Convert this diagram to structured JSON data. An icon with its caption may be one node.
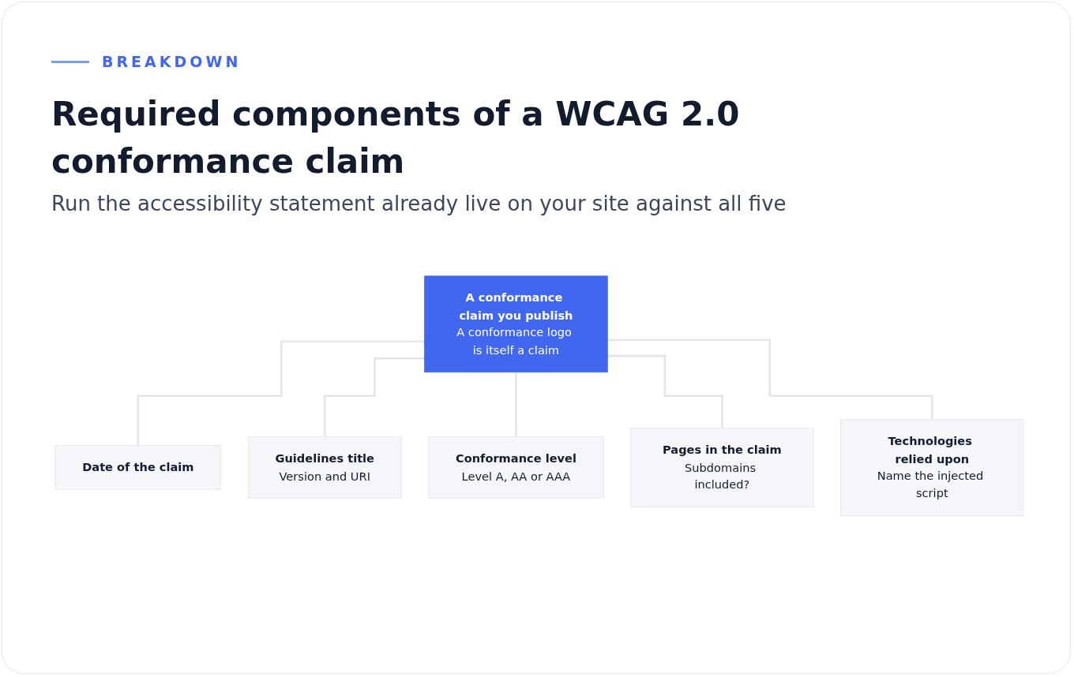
{
  "diagram": {
    "title": "Required components of a WCAG 2.0 conformance claim",
    "nodes": [
      {
        "text": [
          "A conformance claim you publish",
          "A conformance logo is itself a claim"
        ]
      },
      {
        "text": [
          "Date of the claim"
        ]
      },
      {
        "text": [
          "Guidelines title",
          "Version and URI"
        ]
      },
      {
        "text": [
          "Conformance level",
          "Level A, AA or AAA"
        ]
      },
      {
        "text": [
          "Pages in the claim",
          "Subdomains included?"
        ]
      },
      {
        "text": [
          "Technologies relied upon",
          "Name the injected script"
        ]
      }
    ],
    "edges": [
      {
        "from": 0,
        "to": 1,
        "arrow": "none"
      },
      {
        "from": 0,
        "to": 2,
        "arrow": "none"
      },
      {
        "from": 0,
        "to": 3,
        "arrow": "none"
      },
      {
        "from": 0,
        "to": 4,
        "arrow": "none"
      },
      {
        "from": 0,
        "to": 5,
        "arrow": "none"
      }
    ],
    "labels": [
      "BREAKDOWN",
      "Run the accessibility statement already live on your site against all five"
    ]
  }
}
